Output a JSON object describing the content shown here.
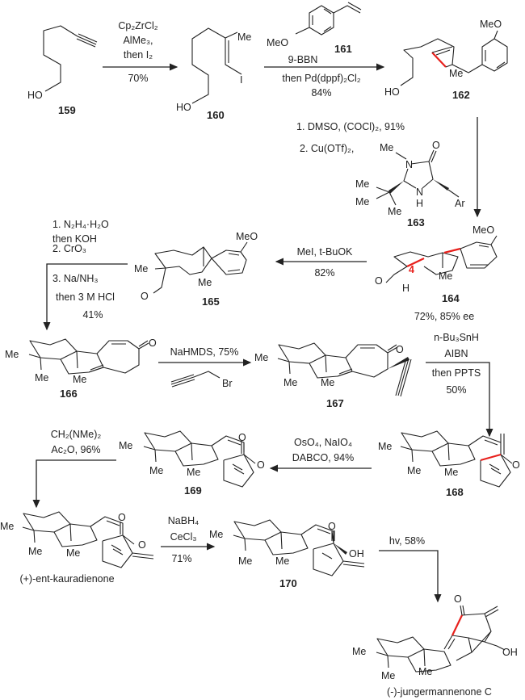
{
  "compounds": {
    "c159": {
      "label": "159",
      "ho": "HO"
    },
    "c160": {
      "label": "160",
      "ho": "HO",
      "me": "Me",
      "i": "I"
    },
    "c161": {
      "label": "161",
      "meo": "MeO"
    },
    "c162": {
      "label": "162",
      "ho": "HO",
      "me": "Me",
      "meo": "MeO"
    },
    "c163": {
      "label": "163",
      "me_n": "Me",
      "n1": "N",
      "o": "O",
      "me1": "Me",
      "me2": "Me",
      "me3": "Me",
      "n2": "N",
      "h": "H",
      "ar": "Ar"
    },
    "c164": {
      "label": "164",
      "meo": "MeO",
      "o": "O",
      "h": "H",
      "c4": "4",
      "me": "Me",
      "yield": "72%, 85% ee"
    },
    "c165": {
      "label": "165",
      "meo": "MeO",
      "me1": "Me",
      "me2": "Me",
      "o": "O"
    },
    "c166": {
      "label": "166",
      "me1": "Me",
      "me2": "Me",
      "me3": "Me",
      "o": "O"
    },
    "c167": {
      "label": "167",
      "me1": "Me",
      "me2": "Me",
      "me3": "Me",
      "o": "O"
    },
    "c168": {
      "label": "168",
      "me1": "Me",
      "me2": "Me",
      "me3": "Me",
      "o": "O"
    },
    "c169": {
      "label": "169",
      "me1": "Me",
      "me2": "Me",
      "me3": "Me",
      "o1": "O",
      "o2": "O"
    },
    "kauradienone": {
      "label": "(+)-ent-kauradienone",
      "me1": "Me",
      "me2": "Me",
      "me3": "Me",
      "o1": "O",
      "o2": "O"
    },
    "c170": {
      "label": "170",
      "me1": "Me",
      "me2": "Me",
      "me3": "Me",
      "o": "O",
      "oh": "OH"
    },
    "jungermannenone": {
      "label": "(-)-jungermannenone C",
      "me1": "Me",
      "me2": "Me",
      "me3": "Me",
      "o": "O",
      "oh": "OH"
    }
  },
  "steps": {
    "s1": {
      "lines": [
        "Cp₂ZrCl₂",
        "AlMe₃,",
        "then I₂"
      ],
      "yield": "70%"
    },
    "s2": {
      "above": "9-BBN",
      "below": "then Pd(dppf)₂Cl₂",
      "yield": "84%"
    },
    "s3": {
      "line1": "1. DMSO, (COCl)₂, 91%",
      "line2": "2. Cu(OTf)₂,"
    },
    "s4": {
      "reagent": "MeI, t-BuOK",
      "yield": "82%"
    },
    "s5": {
      "lines": [
        "1. N₂H₄·H₂O",
        "then KOH",
        "2. CrO₃",
        "3. Na/NH₃",
        "then 3 M HCl"
      ],
      "yield": "41%"
    },
    "s6": {
      "reagent": "NaHMDS, 75%",
      "br": "Br"
    },
    "s7": {
      "lines": [
        "n-Bu₃SnH",
        "AIBN",
        "then PPTS"
      ],
      "yield": "50%"
    },
    "s8": {
      "line1": "OsO₄, NaIO₄",
      "line2": "DABCO, 94%"
    },
    "s9": {
      "line1": "CH₂(NMe)₂",
      "line2": "Ac₂O, 96%"
    },
    "s10": {
      "lines": [
        "NaBH₄",
        "CeCl₃"
      ],
      "yield": "71%"
    },
    "s11": {
      "reagent": "hv, 58%"
    }
  },
  "colors": {
    "highlight_bond": "#e8201c",
    "ink": "#222222"
  }
}
